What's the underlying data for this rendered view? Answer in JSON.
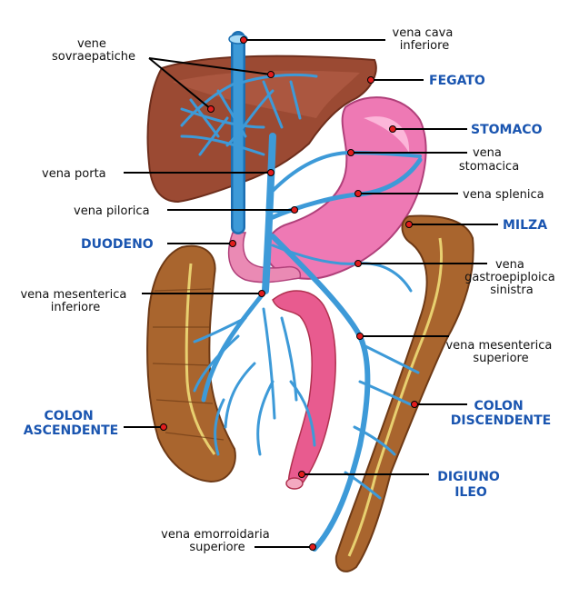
{
  "colors": {
    "vein": "#3d9ad8",
    "vein_dark": "#1c6fb2",
    "liver": "#9b4a33",
    "stomach": "#ee79b4",
    "colon": "#a9652e",
    "colon_dark": "#6e3a16",
    "intestine": "#e85b8f",
    "organ_label": "#1a55b0",
    "vessel_label": "#111111",
    "marker": "#e21d1d"
  },
  "labels": {
    "vena_cava": [
      "vena cava",
      "inferiore"
    ],
    "vene_sovraepatiche": [
      "vene",
      "sovraepatiche"
    ],
    "fegato": [
      "FEGATO"
    ],
    "stomaco": [
      "STOMACO"
    ],
    "vena_stomacica": [
      "vena",
      "stomacica"
    ],
    "vena_porta": [
      "vena porta"
    ],
    "vena_splenica": [
      "vena splenica"
    ],
    "vena_pilorica": [
      "vena pilorica"
    ],
    "milza": [
      "MILZA"
    ],
    "duodeno": [
      "DUODENO"
    ],
    "vena_gastroepiploica": [
      "vena",
      "gastroepiploica",
      "sinistra"
    ],
    "vena_mesenterica_inferiore": [
      "vena mesenterica",
      "inferiore"
    ],
    "vena_mesenterica_superiore": [
      "vena mesenterica",
      "superiore"
    ],
    "colon_ascendente": [
      "COLON",
      "ASCENDENTE"
    ],
    "colon_discendente": [
      "COLON",
      "DISCENDENTE"
    ],
    "digiuno_ileo": [
      "DIGIUNO",
      "ILEO"
    ],
    "vena_emorroidaria": [
      "vena emorroidaria",
      "superiore"
    ]
  }
}
